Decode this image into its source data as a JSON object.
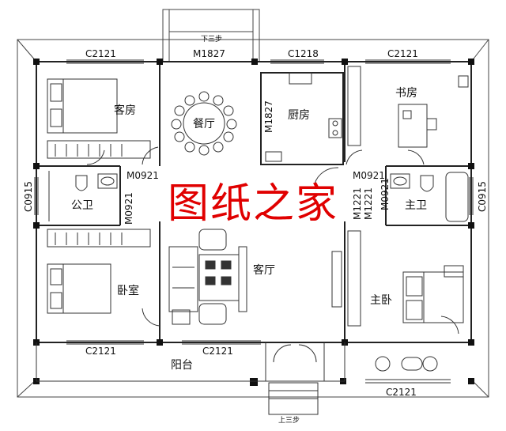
{
  "dims": {
    "top": [
      "C2121",
      "M1827",
      "C1218",
      "C2121"
    ],
    "bottom": [
      "C2121",
      "C2121",
      "C2121"
    ],
    "side_left": "C0915",
    "side_right": "C0915",
    "doors": [
      "M0921",
      "M0921",
      "M0921",
      "M0921",
      "M1827",
      "M1221",
      "M1221"
    ]
  },
  "rooms": {
    "guest": "客房",
    "dining": "餐厅",
    "kitchen": "厨房",
    "study": "书房",
    "public_bath": "公卫",
    "master_bath": "主卫",
    "bedroom": "卧室",
    "living": "客厅",
    "master_bedroom": "主卧",
    "balcony": "阳台"
  },
  "steps": {
    "down": "下三步",
    "up": "上三步"
  },
  "watermark": "图纸之家"
}
